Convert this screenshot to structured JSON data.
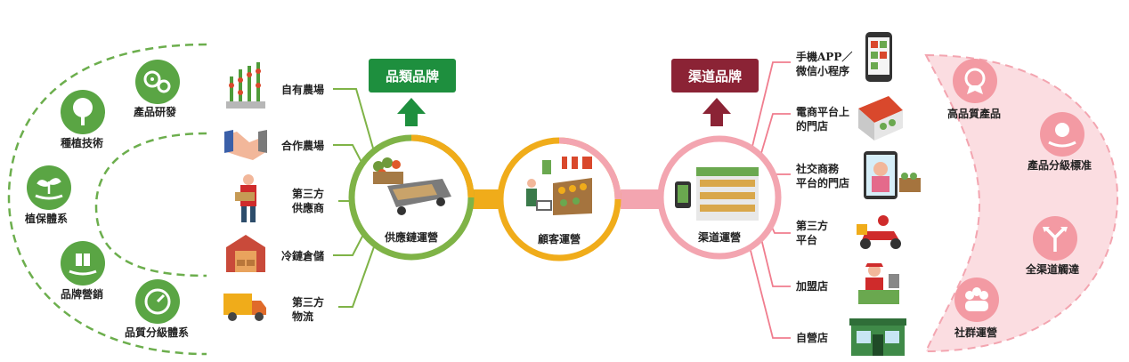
{
  "left_arc": {
    "items": [
      {
        "label": "產品研發",
        "icon": "gears-icon"
      },
      {
        "label": "種植技術",
        "icon": "tree-icon"
      },
      {
        "label": "植保體系",
        "icon": "plant-hand-icon"
      },
      {
        "label": "品牌營銷",
        "icon": "gift-hand-icon"
      },
      {
        "label": "品質分級體系",
        "icon": "gauge-icon"
      }
    ]
  },
  "supply_sources": [
    {
      "label": "自有農場",
      "icon": "farm-icon"
    },
    {
      "label": "合作農場",
      "icon": "handshake-icon"
    },
    {
      "label": "第三方\n供應商",
      "icon": "supplier-icon"
    },
    {
      "label": "冷鏈倉儲",
      "icon": "warehouse-icon"
    },
    {
      "label": "第三方\n物流",
      "icon": "truck-icon"
    }
  ],
  "hubs": {
    "supply": "供應鏈運營",
    "customer": "顧客運營",
    "channel": "渠道運營"
  },
  "brands": {
    "category": "品類品牌",
    "channel": "渠道品牌"
  },
  "channels": [
    {
      "label": "手機APP／\n微信小程序",
      "icon": "phone-icon"
    },
    {
      "label": "電商平台上\n的門店",
      "icon": "ecommerce-icon"
    },
    {
      "label": "社交商務\n平台的門店",
      "icon": "social-icon"
    },
    {
      "label": "第三方\n平台",
      "icon": "scooter-icon"
    },
    {
      "label": "加盟店",
      "icon": "franchise-icon"
    },
    {
      "label": "自營店",
      "icon": "store-icon"
    }
  ],
  "right_arc": {
    "items": [
      {
        "label": "高品質產品",
        "icon": "medal-icon"
      },
      {
        "label": "產品分級標准",
        "icon": "grade-hand-icon"
      },
      {
        "label": "全渠道觸達",
        "icon": "arrows-icon"
      },
      {
        "label": "社群運營",
        "icon": "people-icon"
      }
    ]
  },
  "colors": {
    "green": "#5aa544",
    "dark_green": "#1e8f3e",
    "orange": "#f0ac1a",
    "pink": "#f3a5b0",
    "pink_fill": "#fbdde1",
    "maroon": "#8b2335",
    "line_green": "#7fb347",
    "line_pink": "#f07d8e"
  }
}
